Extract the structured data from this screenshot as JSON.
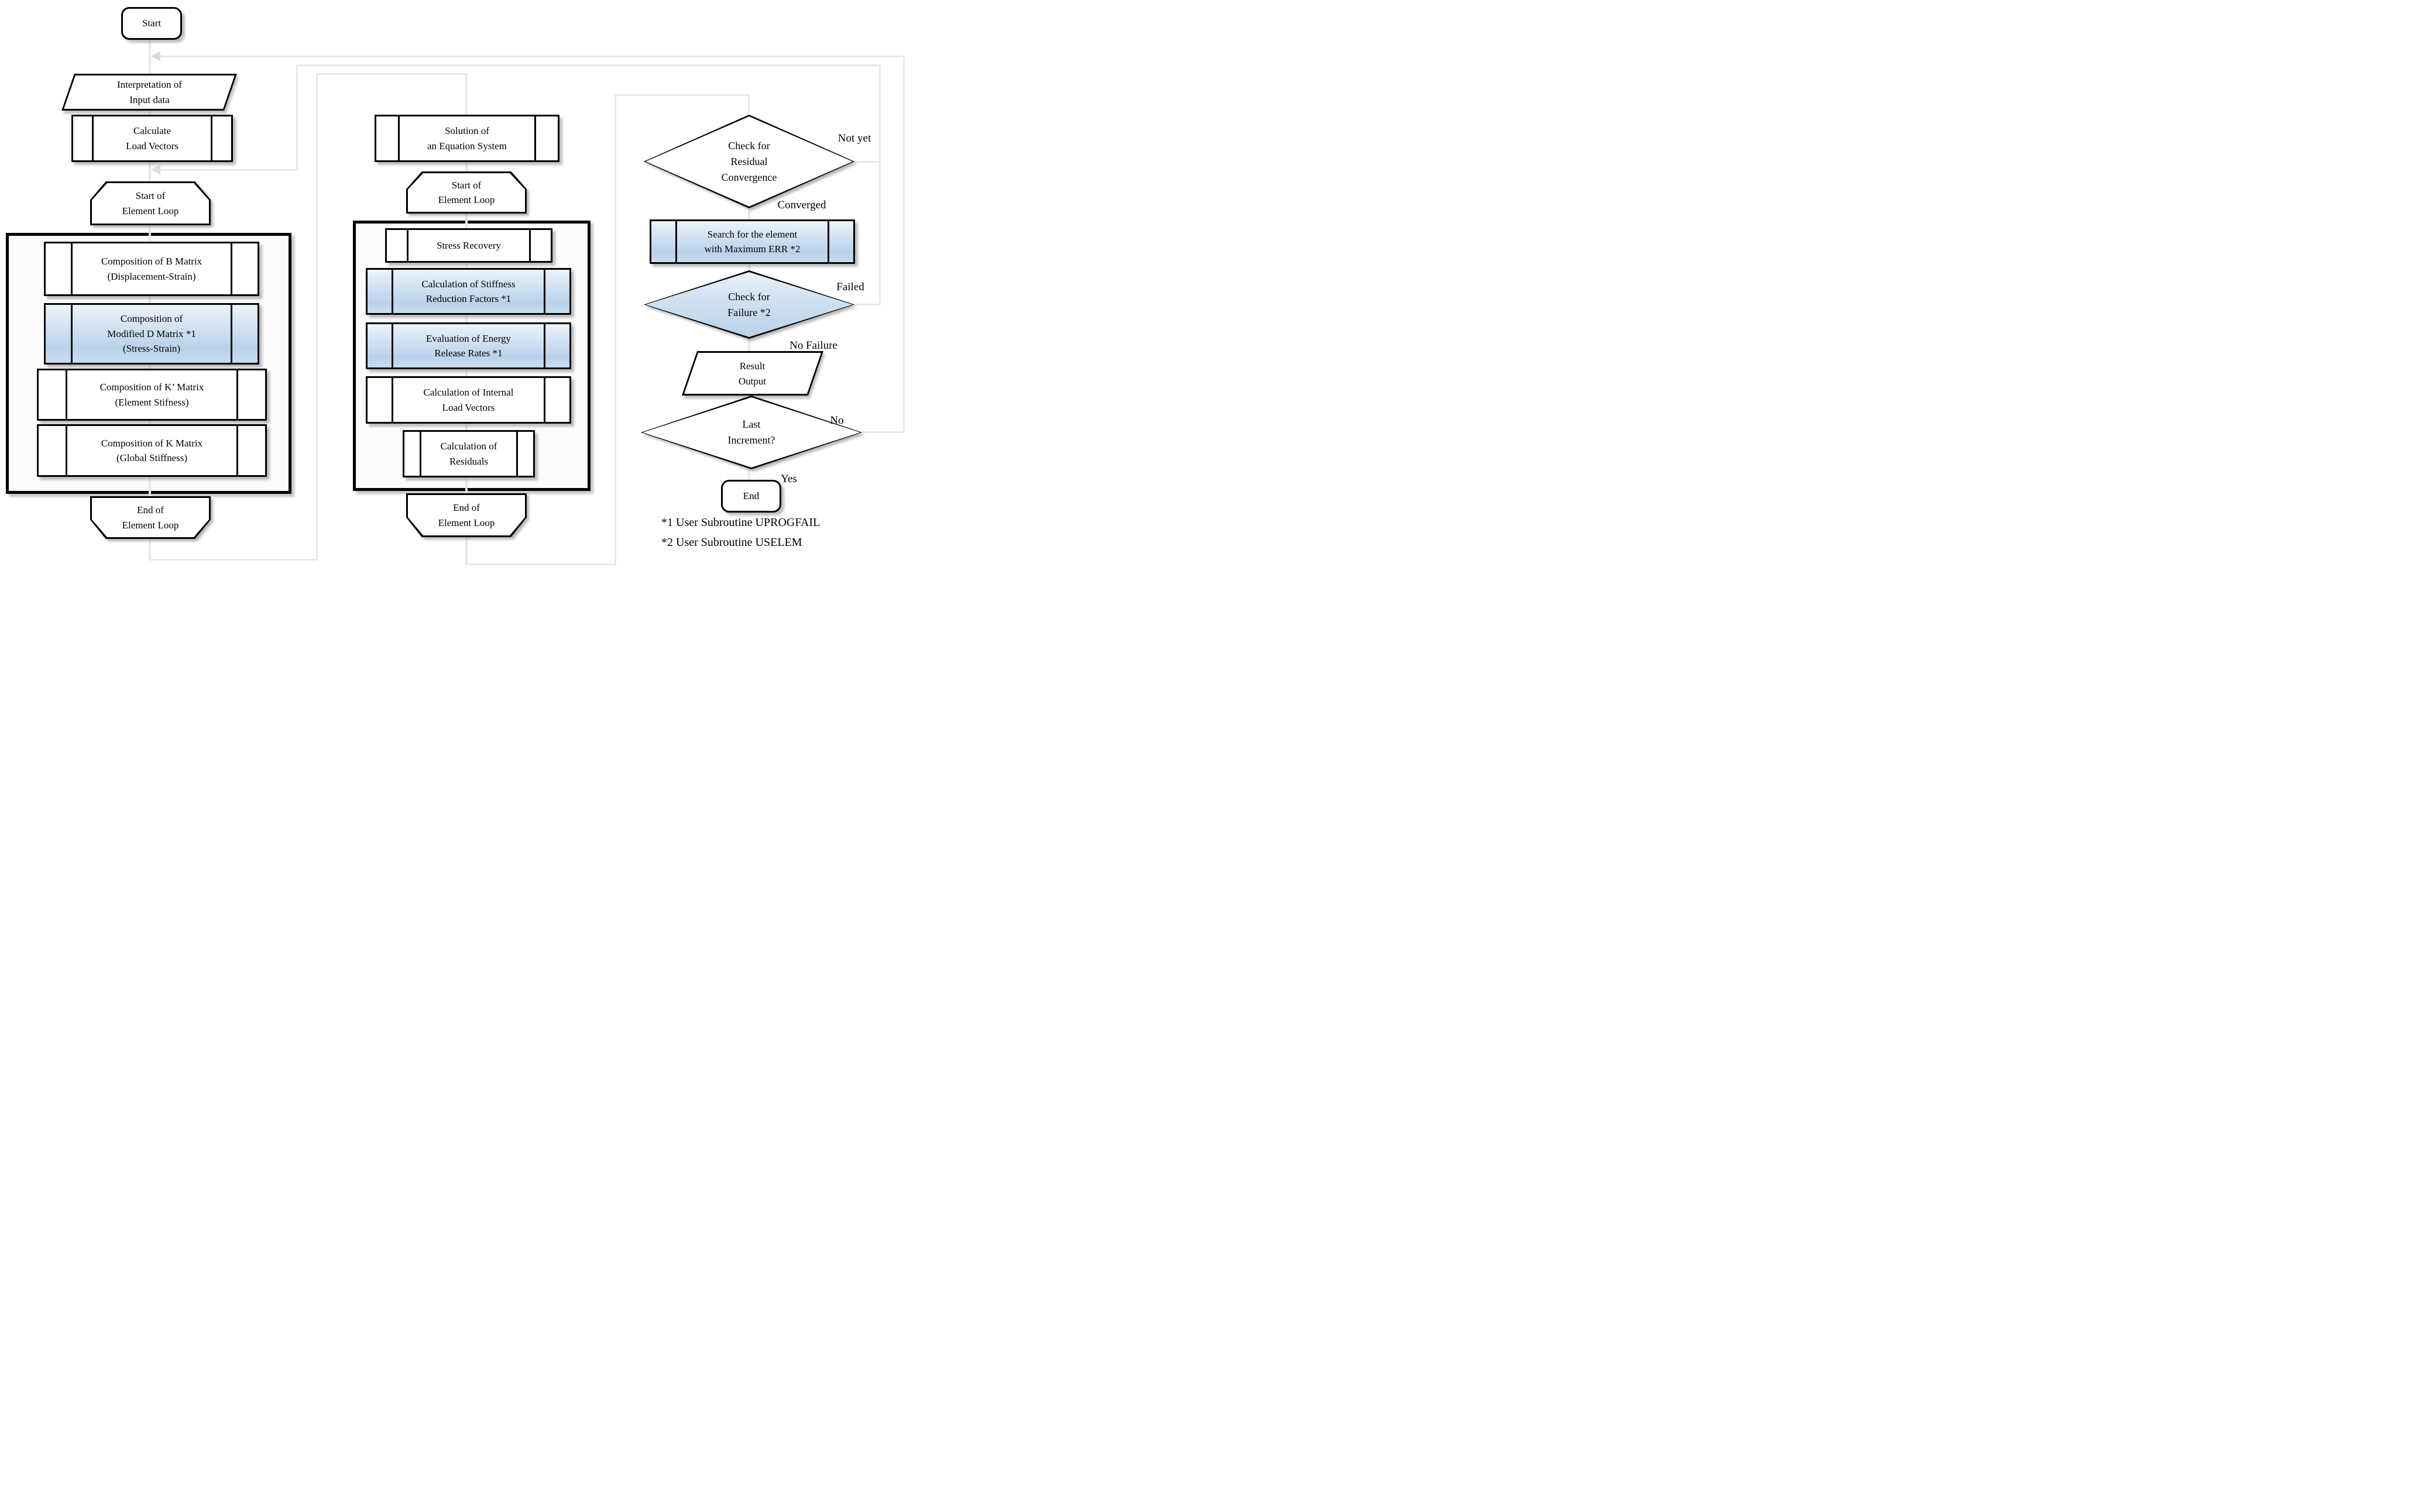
{
  "nodes": {
    "start": {
      "label": "Start"
    },
    "interpretation": {
      "label": "Interpretation of\nInput data"
    },
    "calculate_load_vectors": {
      "label": "Calculate\nLoad Vectors"
    },
    "start_element_loop_1": {
      "label": "Start of\nElement Loop"
    },
    "composition_b_matrix": {
      "label": "Composition of B Matrix\n(Displacement-Strain)"
    },
    "composition_modified_d_matrix": {
      "label": "Composition of\nModified D Matrix *1\n(Stress-Strain)"
    },
    "composition_k_prime_matrix": {
      "label": "Composition of K’ Matrix\n(Element Stifness)"
    },
    "composition_k_matrix": {
      "label": "Composition of K Matrix\n(Global Stiffness)"
    },
    "end_element_loop_1": {
      "label": "End of\nElement Loop"
    },
    "solution_equation_system": {
      "label": "Solution of\nan Equation System"
    },
    "start_element_loop_2": {
      "label": "Start of\nElement Loop"
    },
    "stress_recovery": {
      "label": "Stress Recovery"
    },
    "calculation_stiffness_reduction": {
      "label": "Calculation of Stiffness\nReduction Factors *1"
    },
    "evaluation_energy_release": {
      "label": "Evaluation of Energy\nRelease Rates *1"
    },
    "calculation_internal_load": {
      "label": "Calculation of Internal\nLoad Vectors"
    },
    "calculation_residuals": {
      "label": "Calculation of\nResiduals"
    },
    "end_element_loop_2": {
      "label": "End of\nElement Loop"
    },
    "check_residual_convergence": {
      "label": "Check for\nResidual\nConvergence"
    },
    "search_max_err": {
      "label": "Search for the element\nwith Maximum ERR *2"
    },
    "check_failure": {
      "label": "Check for\nFailure *2"
    },
    "result_output": {
      "label": "Result\nOutput"
    },
    "last_increment": {
      "label": "Last\nIncrement?"
    },
    "end": {
      "label": "End"
    }
  },
  "edge_labels": {
    "not_yet": "Not yet",
    "converged": "Converged",
    "failed": "Failed",
    "no_failure": "No Failure",
    "no": "No",
    "yes": "Yes"
  },
  "footnotes": {
    "note1": "*1 User Subroutine UPROGFAIL",
    "note2": "*2 User Subroutine USELEM"
  },
  "colors": {
    "border": "#000000",
    "process_fill": "#ffffff",
    "highlight_top": "#ecf3fa",
    "highlight_bottom": "#b9d2e9",
    "connector": "#e8e8e8",
    "container_fill": "#fbfbfb"
  }
}
